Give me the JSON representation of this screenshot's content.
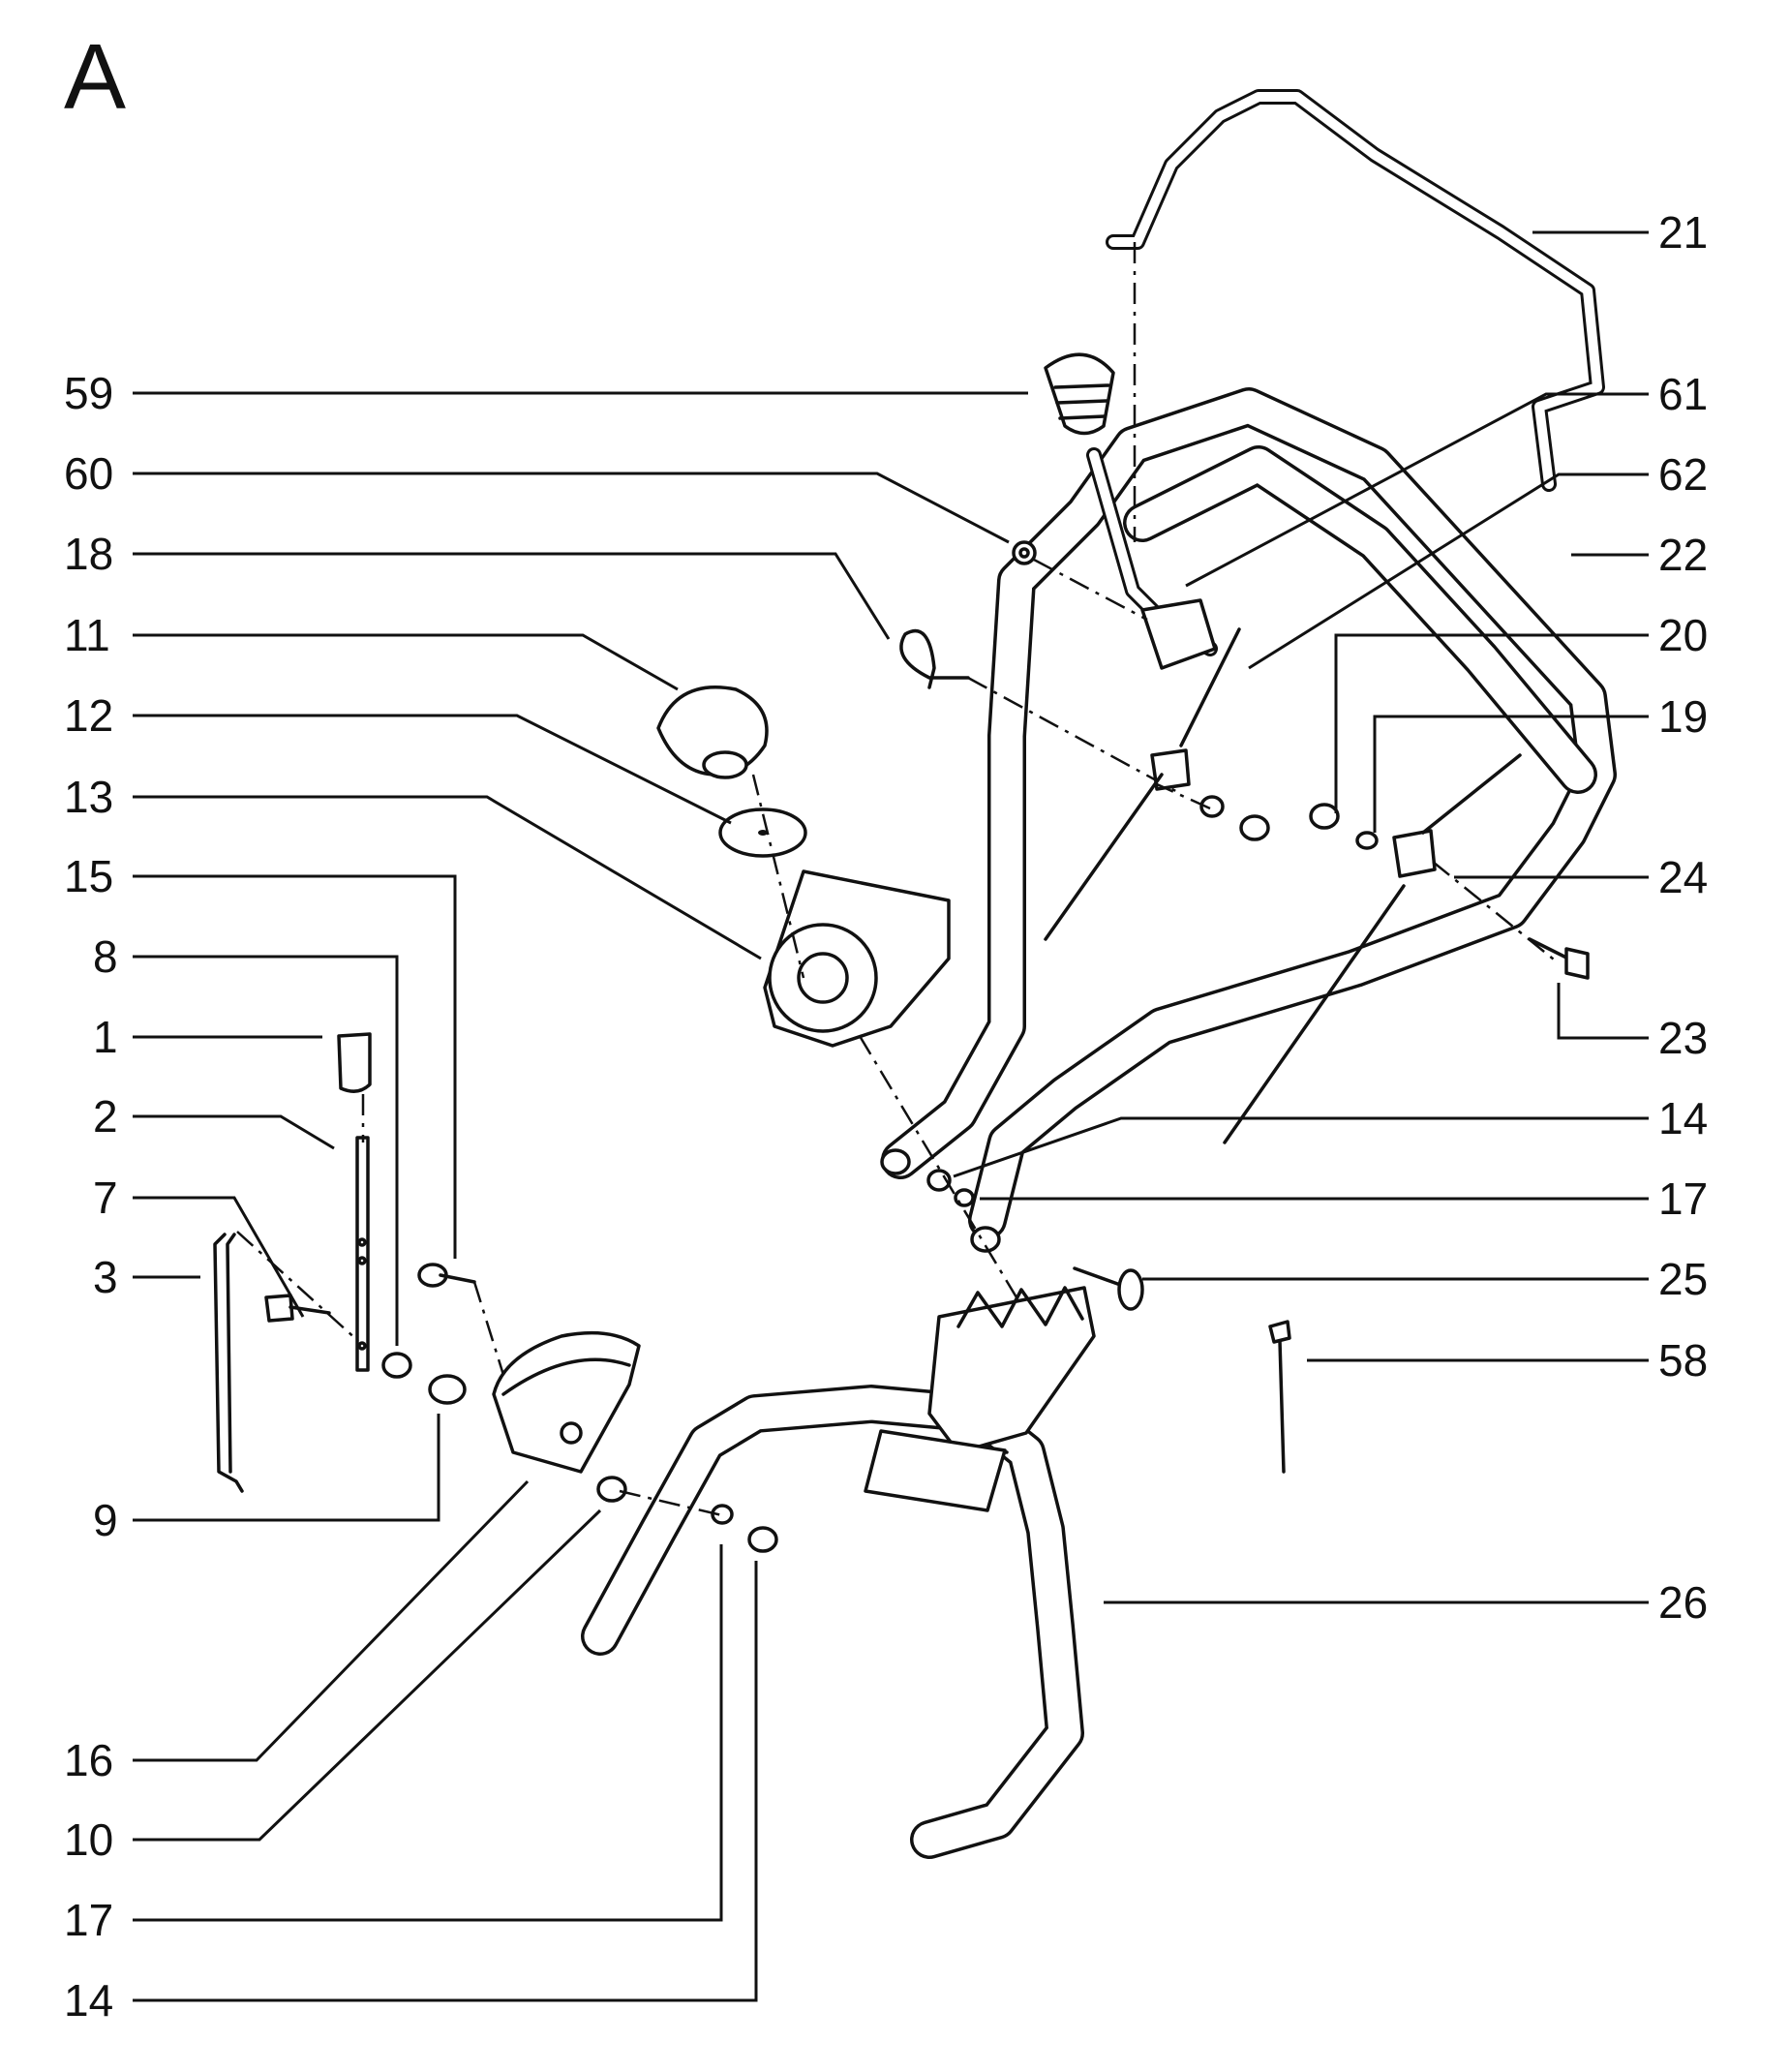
{
  "section_letter": "A",
  "callouts_left": [
    "59",
    "60",
    "18",
    "11",
    "12",
    "13",
    "15",
    "8",
    "1",
    "2",
    "7",
    "3",
    "9",
    "16",
    "10",
    "17",
    "14"
  ],
  "callouts_right": [
    "21",
    "61",
    "62",
    "22",
    "20",
    "19",
    "24",
    "23",
    "14",
    "17",
    "25",
    "58",
    "26"
  ]
}
